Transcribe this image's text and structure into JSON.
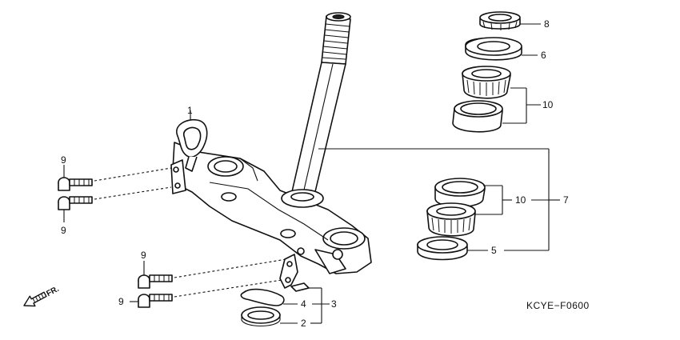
{
  "callouts": {
    "c1": "1",
    "c2": "2",
    "c3": "3",
    "c4": "4",
    "c5": "5",
    "c6": "6",
    "c7": "7",
    "c8": "8",
    "c9a": "9",
    "c9b": "9",
    "c9c": "9",
    "c9d": "9",
    "c10a": "10",
    "c10b": "10"
  },
  "diagram_code": "KCYE−F0600",
  "direction_label": "FR."
}
